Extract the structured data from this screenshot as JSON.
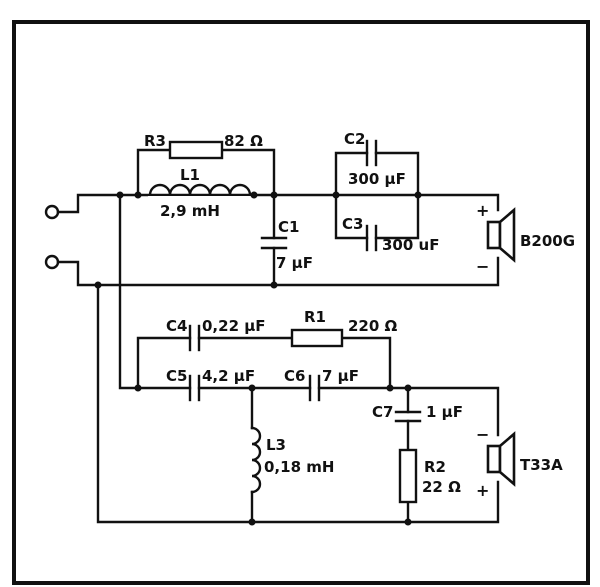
{
  "diagram": {
    "components": {
      "r3": {
        "ref": "R3",
        "value": "82 Ω"
      },
      "l1": {
        "ref": "L1",
        "value": "2,9 mH"
      },
      "c1": {
        "ref": "C1",
        "value": "7 µF"
      },
      "c2": {
        "ref": "C2",
        "value": "300 µF"
      },
      "c3": {
        "ref": "C3",
        "value": "300 uF"
      },
      "c4": {
        "ref": "C4",
        "value": "0,22 µF"
      },
      "r1": {
        "ref": "R1",
        "value": "220 Ω"
      },
      "c5": {
        "ref": "C5",
        "value": "4,2 µF"
      },
      "c6": {
        "ref": "C6",
        "value": "7 µF"
      },
      "c7": {
        "ref": "C7",
        "value": "1 µF"
      },
      "l3": {
        "ref": "L3",
        "value": "0,18 mH"
      },
      "r2": {
        "ref": "R2",
        "value": "22 Ω"
      }
    },
    "speakers": {
      "woofer": {
        "ref": "B200G"
      },
      "tweeter": {
        "ref": "T33A"
      }
    },
    "polarity": {
      "plus": "+",
      "minus": "−"
    }
  }
}
